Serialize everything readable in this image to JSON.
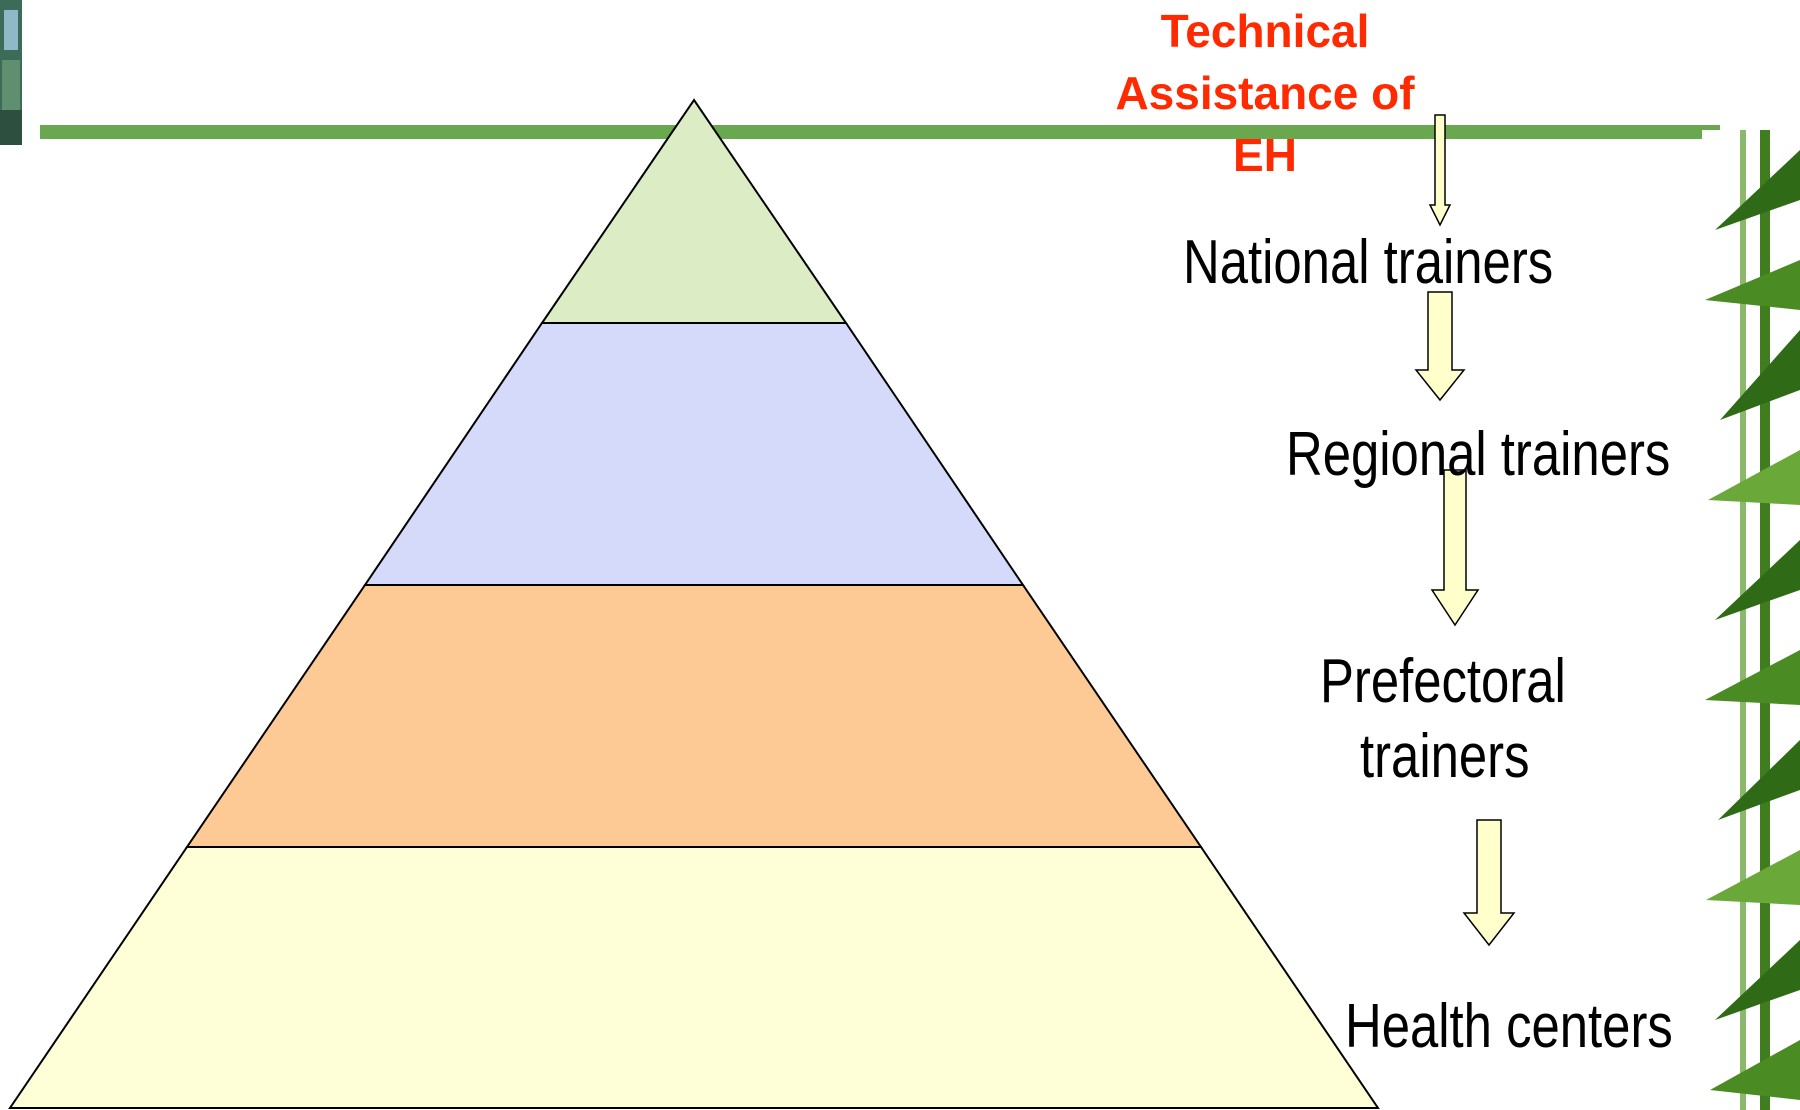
{
  "header": {
    "title_lines": [
      "Technical",
      "Assistance of",
      "EH"
    ],
    "title_color": "#ff2a00",
    "rule_color": "#6aa84f"
  },
  "pyramid": {
    "tiers": [
      {
        "fill": "#dcecc4"
      },
      {
        "fill": "#d5d9fa"
      },
      {
        "fill": "#fdc994"
      },
      {
        "fill": "#feffd6"
      }
    ]
  },
  "flow": {
    "levels": [
      {
        "label": "National trainers"
      },
      {
        "label": "Regional trainers"
      },
      {
        "label_lines": [
          "Prefectoral",
          "trainers"
        ]
      },
      {
        "label": "Health centers"
      }
    ],
    "arrow_fill": "#ffffcc"
  },
  "decoration": {
    "left_strip": "photo-strip",
    "right_border": "bamboo-leaves"
  }
}
